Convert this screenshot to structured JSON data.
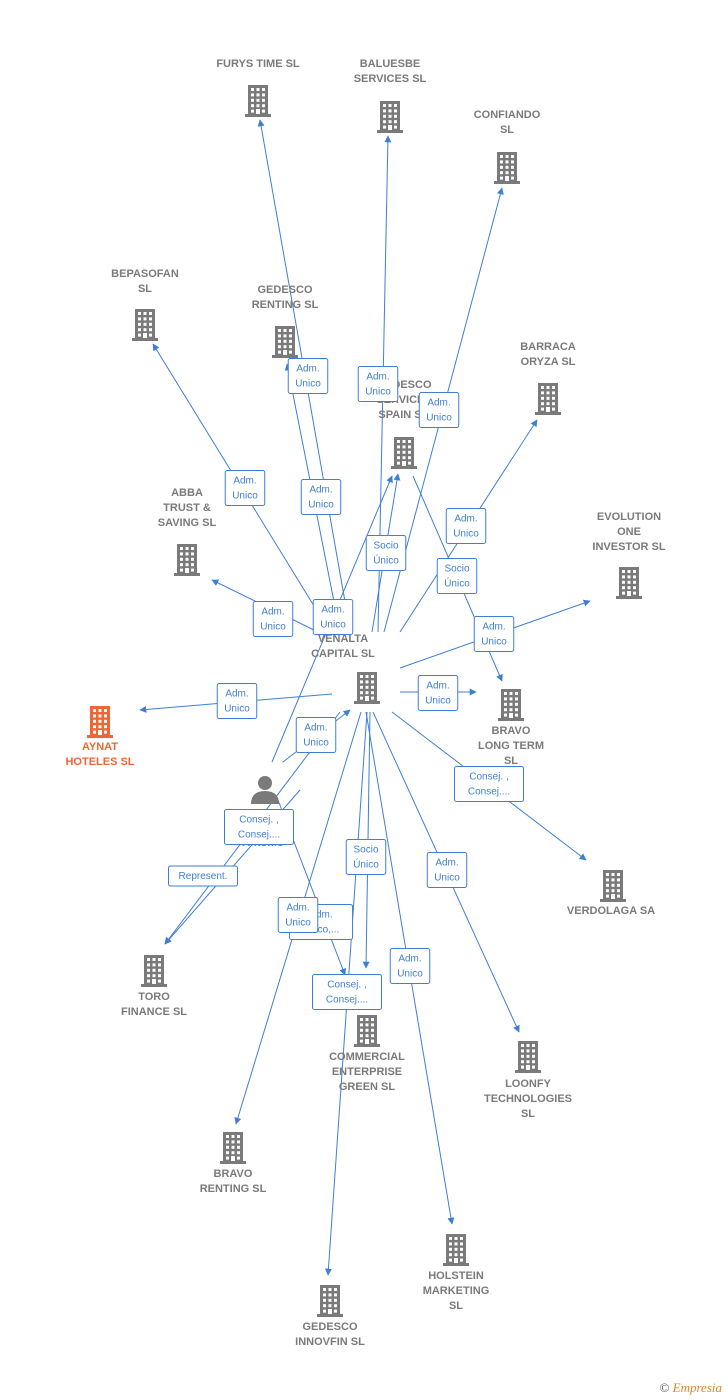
{
  "colors": {
    "edge": "#3f7fd3",
    "node": "#7a7a7a",
    "focus": "#ee6633"
  },
  "nodes": [
    {
      "id": "venalta",
      "lines": [
        "VENALTA",
        "CAPITAL  SL"
      ],
      "type": "building"
    },
    {
      "id": "furys",
      "lines": [
        "FURYS TIME SL"
      ],
      "type": "building"
    },
    {
      "id": "baluesbe",
      "lines": [
        "BALUESBE",
        "SERVICES  SL"
      ],
      "type": "building"
    },
    {
      "id": "confiando",
      "lines": [
        "CONFIANDO",
        "SL"
      ],
      "type": "building"
    },
    {
      "id": "bepasofan",
      "lines": [
        "BEPASOFAN",
        "SL"
      ],
      "type": "building"
    },
    {
      "id": "gedesco_renting",
      "lines": [
        "GEDESCO",
        "RENTING  SL"
      ],
      "type": "building"
    },
    {
      "id": "gedesco_spain",
      "lines": [
        "GEDESCO",
        "SERVICES",
        "SPAIN SA"
      ],
      "type": "building"
    },
    {
      "id": "barraca",
      "lines": [
        "BARRACA",
        "ORYZA  SL"
      ],
      "type": "building"
    },
    {
      "id": "abba",
      "lines": [
        "ABBA",
        "TRUST &",
        "SAVING  SL"
      ],
      "type": "building"
    },
    {
      "id": "evolution",
      "lines": [
        "EVOLUTION",
        "ONE",
        "INVESTOR  SL"
      ],
      "type": "building"
    },
    {
      "id": "aynat",
      "lines": [
        "AYNAT",
        "HOTELES  SL"
      ],
      "type": "building-focus"
    },
    {
      "id": "bravo_lt",
      "lines": [
        "BRAVO",
        "LONG TERM",
        "SL"
      ],
      "type": "building"
    },
    {
      "id": "antonio",
      "lines": [
        "Antonio"
      ],
      "type": "person"
    },
    {
      "id": "verdolaga",
      "lines": [
        "VERDOLAGA SA"
      ],
      "type": "building"
    },
    {
      "id": "toro",
      "lines": [
        "TORO",
        "FINANCE  SL"
      ],
      "type": "building"
    },
    {
      "id": "commercial",
      "lines": [
        "COMMERCIAL",
        "ENTERPRISE",
        "GREEN SL"
      ],
      "type": "building"
    },
    {
      "id": "loonfy",
      "lines": [
        "LOONFY",
        "TECHNOLOGIES",
        "SL"
      ],
      "type": "building"
    },
    {
      "id": "bravo_renting",
      "lines": [
        "BRAVO",
        "RENTING  SL"
      ],
      "type": "building"
    },
    {
      "id": "holstein",
      "lines": [
        "HOLSTEIN",
        "MARKETING",
        "SL"
      ],
      "type": "building"
    },
    {
      "id": "gedesco_innovfin",
      "lines": [
        "GEDESCO",
        "INNOVFIN  SL"
      ],
      "type": "building"
    }
  ],
  "edges": [
    {
      "from": "venalta",
      "to": "furys",
      "lines": [
        "Adm.",
        "Unico"
      ]
    },
    {
      "from": "venalta",
      "to": "baluesbe",
      "lines": [
        "Adm.",
        "Unico"
      ]
    },
    {
      "from": "venalta",
      "to": "confiando",
      "lines": [
        "Adm.",
        "Unico"
      ]
    },
    {
      "from": "venalta",
      "to": "bepasofan",
      "lines": [
        "Adm.",
        "Unico"
      ]
    },
    {
      "from": "venalta",
      "to": "gedesco_renting",
      "lines": [
        "Adm.",
        "Unico"
      ]
    },
    {
      "from": "venalta",
      "to": "gedesco_spain",
      "lines": [
        "Socio",
        "Único"
      ]
    },
    {
      "from": "venalta",
      "to": "barraca",
      "lines": [
        "Adm.",
        "Unico"
      ]
    },
    {
      "from": "venalta",
      "to": "abba",
      "lines": [
        "Adm.",
        "Unico"
      ]
    },
    {
      "from": "venalta",
      "to": "evolution",
      "lines": [
        "Adm.",
        "Unico"
      ]
    },
    {
      "from": "venalta",
      "to": "aynat",
      "lines": [
        "Adm.",
        "Unico"
      ]
    },
    {
      "from": "venalta",
      "to": "bravo_lt",
      "lines": [
        "Adm.",
        "Unico"
      ]
    },
    {
      "from": "gedesco_spain",
      "to": "bravo_lt",
      "lines": [
        "Socio",
        "Único"
      ]
    },
    {
      "from": "antonio",
      "to": "venalta",
      "lines": [
        "Adm.",
        "Unico"
      ]
    },
    {
      "from": "antonio",
      "to": "gedesco_spain",
      "lines": [
        "Adm.",
        "Unico"
      ]
    },
    {
      "from": "venalta",
      "to": "verdolaga",
      "lines": [
        "Consej. ,",
        "Consej...."
      ]
    },
    {
      "from": "antonio",
      "to": "toro",
      "lines": [
        "Consej. ,",
        "Consej...."
      ]
    },
    {
      "from": "venalta",
      "to": "toro",
      "lines": [
        "Represent."
      ]
    },
    {
      "from": "antonio",
      "to": "commercial",
      "lines": [
        "Adm.",
        "Unico,..."
      ]
    },
    {
      "from": "venalta",
      "to": "commercial",
      "lines": [
        "Consej. ,",
        "Consej...."
      ]
    },
    {
      "from": "venalta",
      "to": "loonfy",
      "lines": [
        "Adm.",
        "Unico"
      ]
    },
    {
      "from": "venalta",
      "to": "bravo_renting",
      "lines": [
        "Adm.",
        "Unico"
      ]
    },
    {
      "from": "venalta",
      "to": "gedesco_innovfin",
      "lines": [
        "Socio",
        "Único"
      ]
    },
    {
      "from": "venalta",
      "to": "holstein",
      "lines": [
        "Adm.",
        "Unico"
      ]
    }
  ],
  "footer": {
    "copyright": "©",
    "brand": "Empresia"
  }
}
